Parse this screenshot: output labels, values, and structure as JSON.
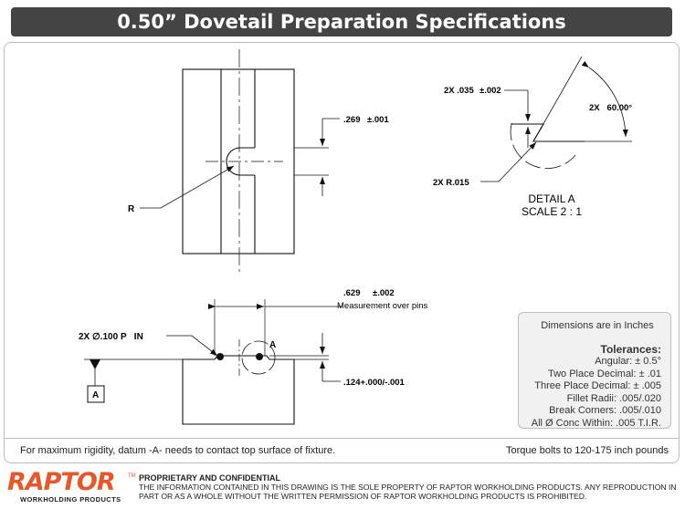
{
  "title": "0.50” Dovetail Preparation Specifications",
  "drawing": {
    "top_view": {
      "radius_label": "R",
      "dim_label": ".269",
      "dim_tol": "±.001"
    },
    "front_view": {
      "pin_label": "2X ∅.100 P   IN",
      "dim_label": ".629",
      "dim_tol": "±.002",
      "dim_note": "Measurement over pins",
      "depth_label": ".124+.000/-.001",
      "detail_marker": "A",
      "datum": "A"
    },
    "detail": {
      "chamfer_label": "2X .035",
      "chamfer_tol": "±.002",
      "angle_label": "2X   60.00°",
      "radius_label": "2X R.015",
      "caption_1": "DETAIL A",
      "caption_2": "SCALE 2 : 1"
    }
  },
  "tolerances": {
    "units_note": "Dimensions are in Inches",
    "heading": "Tolerances:",
    "lines": [
      "Angular: ± 0.5°",
      "Two Place Decimal:  ± .01",
      "Three Place Decimal:  ± .005",
      "Fillet Radii: .005/.020",
      "Break Corners: .005/.010",
      "All Ø Conc Within: .005 T.I.R."
    ]
  },
  "footer": {
    "note_left": "For maximum rigidity, datum -A- needs to contact top surface of fixture.",
    "note_right": "Torque bolts to 120-175 inch pounds"
  },
  "brand": {
    "logo_text": "RAPTOR",
    "logo_sub": "WORKHOLDING PRODUCTS",
    "proprietary_title": "PROPRIETARY AND CONFIDENTIAL",
    "proprietary_text": "THE INFORMATION CONTAINED IN THIS DRAWING IS THE SOLE PROPERTY OF RAPTOR WORKHOLDING PRODUCTS. ANY REPRODUCTION IN PART OR AS A WHOLE WITHOUT THE WRITTEN PERMISSION OF RAPTOR WORKHOLDING PRODUCTS IS PROHIBITED.",
    "accent_color": "#e8572a"
  }
}
